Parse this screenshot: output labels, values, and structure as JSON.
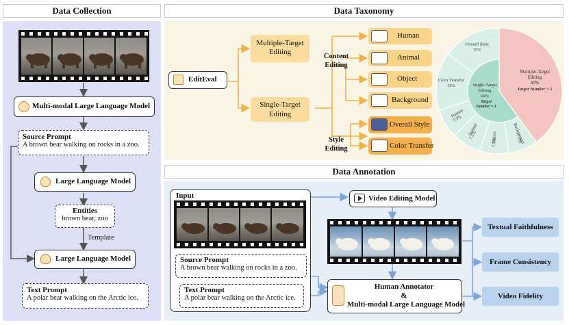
{
  "sections": {
    "collection": "Data Collection",
    "taxonomy": "Data Taxonomy",
    "annotation": "Data Annotation"
  },
  "collection": {
    "mllm": "Multi-modal Large Language Model",
    "source_prompt_title": "Source Prompt",
    "source_prompt_text": "A brown bear walking on rocks in a zoo.",
    "llm1": "Large Language Model",
    "entities_title": "Entities",
    "entities_text": "brown bear, zoo",
    "template_label": "Template",
    "llm2": "Large Language Model",
    "text_prompt_title": "Text Prompt",
    "text_prompt_text": "A polar bear walking on the Arctic ice."
  },
  "taxonomy": {
    "root": "EditEval",
    "multiple_target": "Multiple-Target Editing",
    "single_target": "Single-Target Editing",
    "content_editing": "Content Editing",
    "style_editing": "Style Editing",
    "content_items": [
      "Human",
      "Animal",
      "Object",
      "Background"
    ],
    "style_items": [
      "Overall Style",
      "Color Transfer"
    ],
    "pie": {
      "outer_left": {
        "overall_style": [
          "Overall Style",
          "15%"
        ],
        "color_transfer": [
          "Color Transfer",
          "15%"
        ],
        "human": [
          "Human",
          "7.5%"
        ],
        "animal": [
          "Animal",
          "7.5%"
        ],
        "object": [
          "Object",
          "7.5%"
        ],
        "background": [
          "Background",
          "7.5%"
        ]
      },
      "multiple": [
        "Multiple-Target",
        "Editing",
        "40%"
      ],
      "multiple_note": "Target Number > 1",
      "single": [
        "Single-Target",
        "Editing",
        "60%"
      ],
      "single_note": [
        "Target",
        "Number = 1"
      ]
    }
  },
  "annotation": {
    "input_label": "Input",
    "source_prompt_title": "Source Prompt",
    "source_prompt_text": "A brown bear walking on rocks in a zoo.",
    "text_prompt_title": "Text Prompt",
    "text_prompt_text": "A polar bear walking on the Arctic ice.",
    "video_model": "Video Editing Model",
    "annotator_line1": "Human Annotator",
    "annotator_line2": "&",
    "annotator_line3": "Multi-modal Large Language Model",
    "metrics": [
      "Textual Faithfulness",
      "Frame Consistency",
      "Video Fidelity"
    ]
  },
  "chart_data": {
    "type": "pie",
    "inner_ring": [
      {
        "label": "Single-Target Editing",
        "value": 60
      },
      {
        "label": "Multiple-Target Editing",
        "value": 40
      }
    ],
    "outer_ring": [
      {
        "label": "Overall Style",
        "value": 15
      },
      {
        "label": "Color Transfer",
        "value": 15
      },
      {
        "label": "Human",
        "value": 7.5
      },
      {
        "label": "Animal",
        "value": 7.5
      },
      {
        "label": "Object",
        "value": 7.5
      },
      {
        "label": "Background",
        "value": 7.5
      },
      {
        "label": "Multiple-Target Editing",
        "value": 40
      }
    ],
    "colors": {
      "single": "#a9dccb",
      "single_outer": "#d9f0e8",
      "multiple": "#f4c4c0"
    }
  }
}
